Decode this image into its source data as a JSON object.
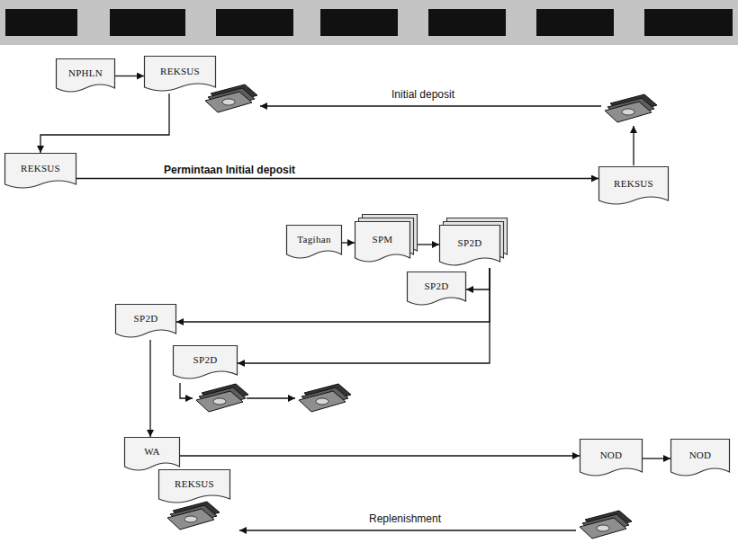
{
  "diagram": {
    "nodes": [
      {
        "text": [
          "NPHLN"
        ]
      },
      {
        "text": [
          "REKSUS"
        ]
      },
      {
        "text": [
          "REKSUS"
        ]
      },
      {
        "text": [
          "REKSUS"
        ]
      },
      {
        "text": [
          "Tagihan"
        ]
      },
      {
        "text": [
          "SPM"
        ]
      },
      {
        "text": [
          "SP2D"
        ]
      },
      {
        "text": [
          "SP2D"
        ]
      },
      {
        "text": [
          "SP2D"
        ]
      },
      {
        "text": [
          "SP2D"
        ]
      },
      {
        "text": [
          "WA"
        ]
      },
      {
        "text": [
          "NOD"
        ]
      },
      {
        "text": [
          "NOD"
        ]
      },
      {
        "text": [
          "REKSUS"
        ]
      }
    ],
    "edges": [
      {
        "from": 0,
        "to": 1,
        "arrow": "to"
      },
      {
        "from": 1,
        "to": 2,
        "arrow": "to"
      },
      {
        "from": 2,
        "to": 3,
        "label": "Permintaan Initial deposit",
        "arrow": "to"
      },
      {
        "from": 4,
        "to": 5,
        "arrow": "to"
      },
      {
        "from": 5,
        "to": 6,
        "arrow": "to"
      },
      {
        "from": 6,
        "to": 7,
        "arrow": "to"
      },
      {
        "from": 6,
        "to": 8,
        "arrow": "to"
      },
      {
        "from": 6,
        "to": 9,
        "arrow": "to"
      },
      {
        "from": 8,
        "to": 10,
        "arrow": "to"
      },
      {
        "from": 10,
        "to": 11,
        "arrow": "to"
      },
      {
        "from": 11,
        "to": 12,
        "arrow": "to"
      }
    ],
    "labels": [
      "Initial deposit",
      "Replenishment"
    ]
  }
}
